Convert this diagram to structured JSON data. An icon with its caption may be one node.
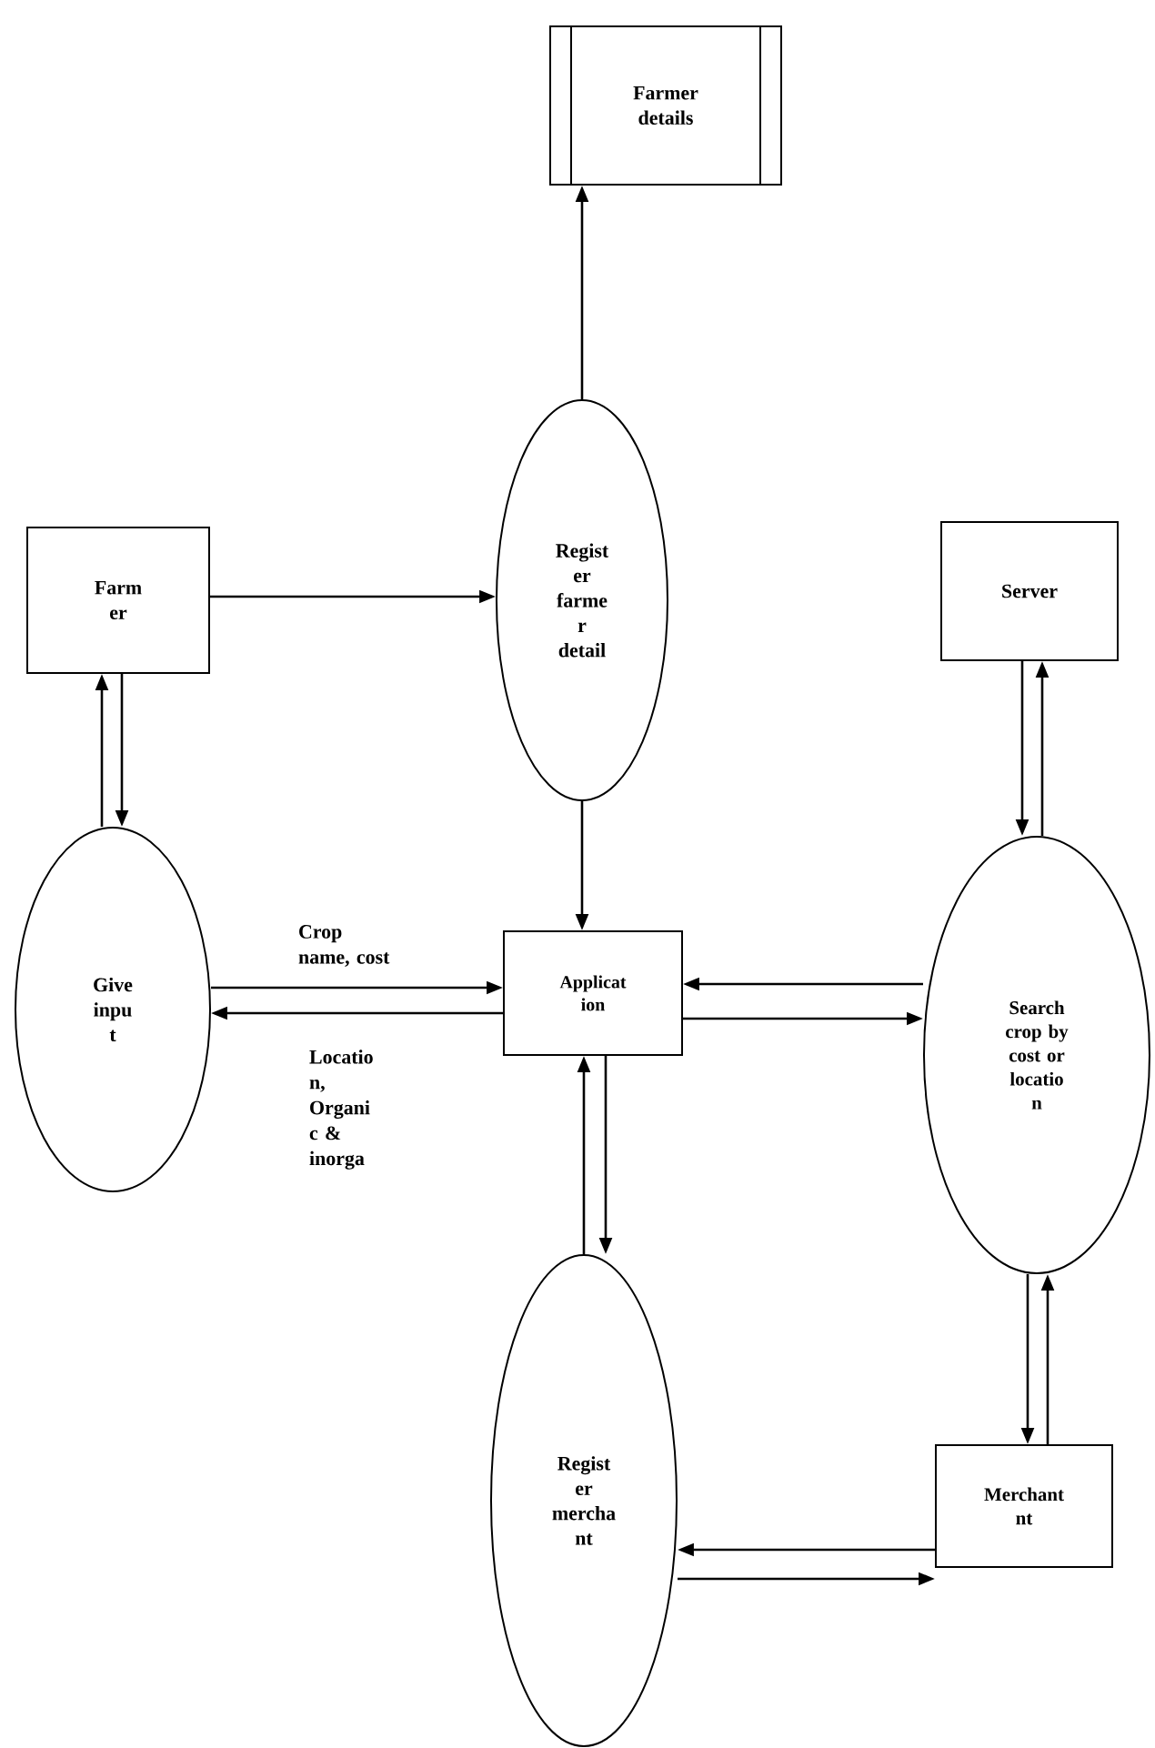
{
  "diagram": {
    "nodes": [
      {
        "text": [
          "Farmer details"
        ]
      },
      {
        "text": [
          "Farm er"
        ]
      },
      {
        "text": [
          "Regist er farme r detail"
        ]
      },
      {
        "text": [
          "Server"
        ]
      },
      {
        "text": [
          "Give inpu t"
        ]
      },
      {
        "text": [
          "Applicat ion"
        ]
      },
      {
        "text": [
          "Search crop by cost or locatio n"
        ]
      },
      {
        "text": [
          "Regist er mercha nt"
        ]
      },
      {
        "text": [
          "Merchant nt"
        ]
      }
    ],
    "edges": [
      {
        "from": 1,
        "to": 2,
        "arrow": "to"
      },
      {
        "from": 2,
        "to": 0,
        "arrow": "to"
      },
      {
        "from": 2,
        "to": 5,
        "arrow": "to"
      },
      {
        "from": 1,
        "to": 4,
        "arrow": "to"
      },
      {
        "from": 4,
        "to": 1,
        "arrow": "to"
      },
      {
        "from": 4,
        "to": 5,
        "arrow": "to",
        "label": "Crop name, cost"
      },
      {
        "from": 5,
        "to": 4,
        "arrow": "to",
        "label": "Locatio n, Organi c & inorga"
      },
      {
        "from": 6,
        "to": 5,
        "arrow": "to"
      },
      {
        "from": 5,
        "to": 6,
        "arrow": "to"
      },
      {
        "from": 3,
        "to": 6,
        "arrow": "to"
      },
      {
        "from": 6,
        "to": 3,
        "arrow": "to"
      },
      {
        "from": 6,
        "to": 8,
        "arrow": "to"
      },
      {
        "from": 8,
        "to": 6,
        "arrow": "to"
      },
      {
        "from": 7,
        "to": 5,
        "arrow": "to"
      },
      {
        "from": 5,
        "to": 7,
        "arrow": "to"
      },
      {
        "from": 8,
        "to": 7,
        "arrow": "to"
      },
      {
        "from": 7,
        "to": 8,
        "arrow": "to"
      }
    ]
  }
}
